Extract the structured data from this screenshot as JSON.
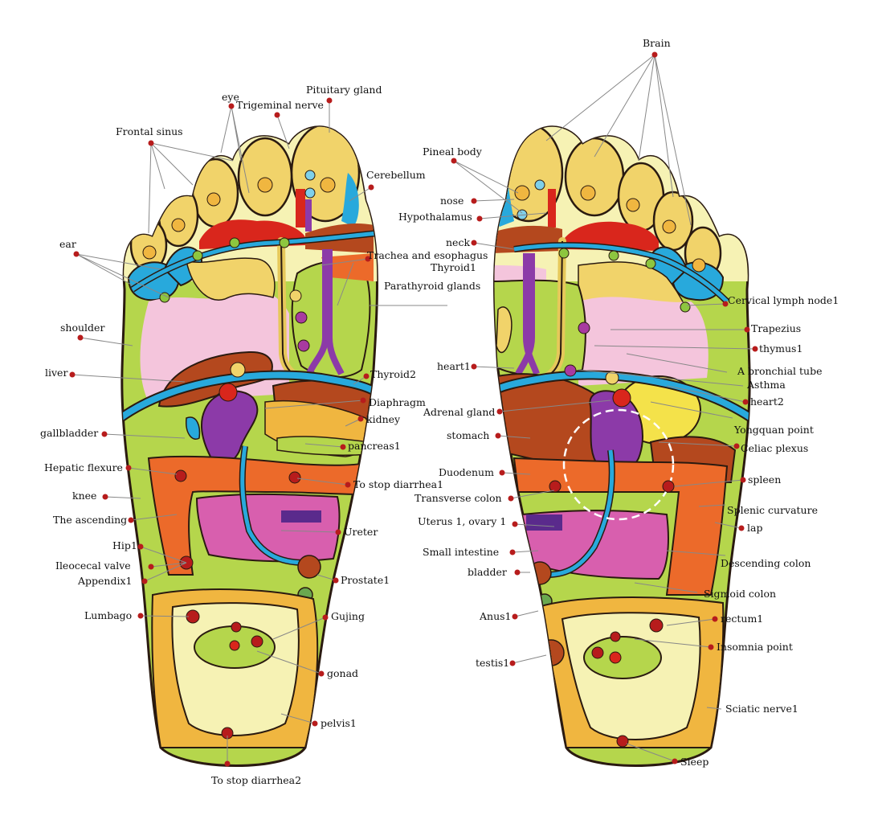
{
  "left_labels": {
    "pituitary_gland": "Pituitary gland",
    "eye": "eye",
    "trigeminal_nerve": "Trigeminal nerve",
    "frontal_sinus": "Frontal sinus",
    "cerebellum": "Cerebellum",
    "ear": "ear",
    "trachea_esophagus": "Trachea and esophagus",
    "thyroid1": "Thyroid1",
    "parathyroid_glands": "Parathyroid glands",
    "shoulder": "shoulder",
    "liver": "liver",
    "thyroid2": "Thyroid2",
    "diaphragm": "Diaphragm",
    "kidney": "kidney",
    "gallbladder": "gallbladder",
    "pancreas1": "pancreas1",
    "hepatic_flexure": "Hepatic flexure",
    "to_stop_diarrhea1": "To stop diarrhea1",
    "knee": "knee",
    "the_ascending": "The ascending",
    "ureter": "Ureter",
    "hip1": "Hip1",
    "ileocecal_valve": "Ileocecal valve",
    "appendix1": "Appendix1",
    "prostate1": "Prostate1",
    "lumbago": "Lumbago",
    "gujing": "Gujing",
    "gonad": "gonad",
    "pelvis1": "pelvis1",
    "to_stop_diarrhea2": "To stop diarrhea2"
  },
  "right_labels": {
    "brain": "Brain",
    "pineal_body": "Pineal body",
    "nose": "nose",
    "hypothalamus": "Hypothalamus",
    "neck": "neck",
    "cervical_lymph_node1": "Cervical lymph node1",
    "trapezius": "Trapezius",
    "thymus1": "thymus1",
    "heart1": "heart1",
    "bronchial_tube": "A bronchial tube",
    "asthma": "Asthma",
    "heart2": "heart2",
    "adrenal_gland": "Adrenal gland",
    "yongquan_point": "Yongquan point",
    "stomach": "stomach",
    "celiac_plexus": "Celiac plexus",
    "duodenum": "Duodenum",
    "spleen": "spleen",
    "transverse_colon": "Transverse colon",
    "splenic_curvature": "Splenic curvature",
    "uterus_ovary": "Uterus 1, ovary 1",
    "lap": "lap",
    "small_intestine": "Small intestine",
    "descending_colon": "Descending colon",
    "bladder": "bladder",
    "sigmoid_colon": "Sigmoid colon",
    "anus1": "Anus1",
    "rectum1": "rectum1",
    "insomnia_point": "Insomnia point",
    "testis1": "testis1",
    "sciatic_nerve1": "Sciatic nerve1",
    "sleep": "Sleep"
  },
  "colors": {
    "outline": "#2a1a10",
    "sole_green": "#b5d64c",
    "inner_cream": "#f6f2b4",
    "toe_yellow": "#f1d36a",
    "heel_orange": "#f0b640",
    "lung_pink": "#f4c5dc",
    "colon_orange": "#ec6a2a",
    "intestine_magenta": "#d85fae",
    "liver_brown": "#b4481e",
    "kidney_purple": "#8c3aa8",
    "blue_line": "#28a9dc",
    "red_band": "#d9261c",
    "marker_red": "#b71c1c"
  }
}
